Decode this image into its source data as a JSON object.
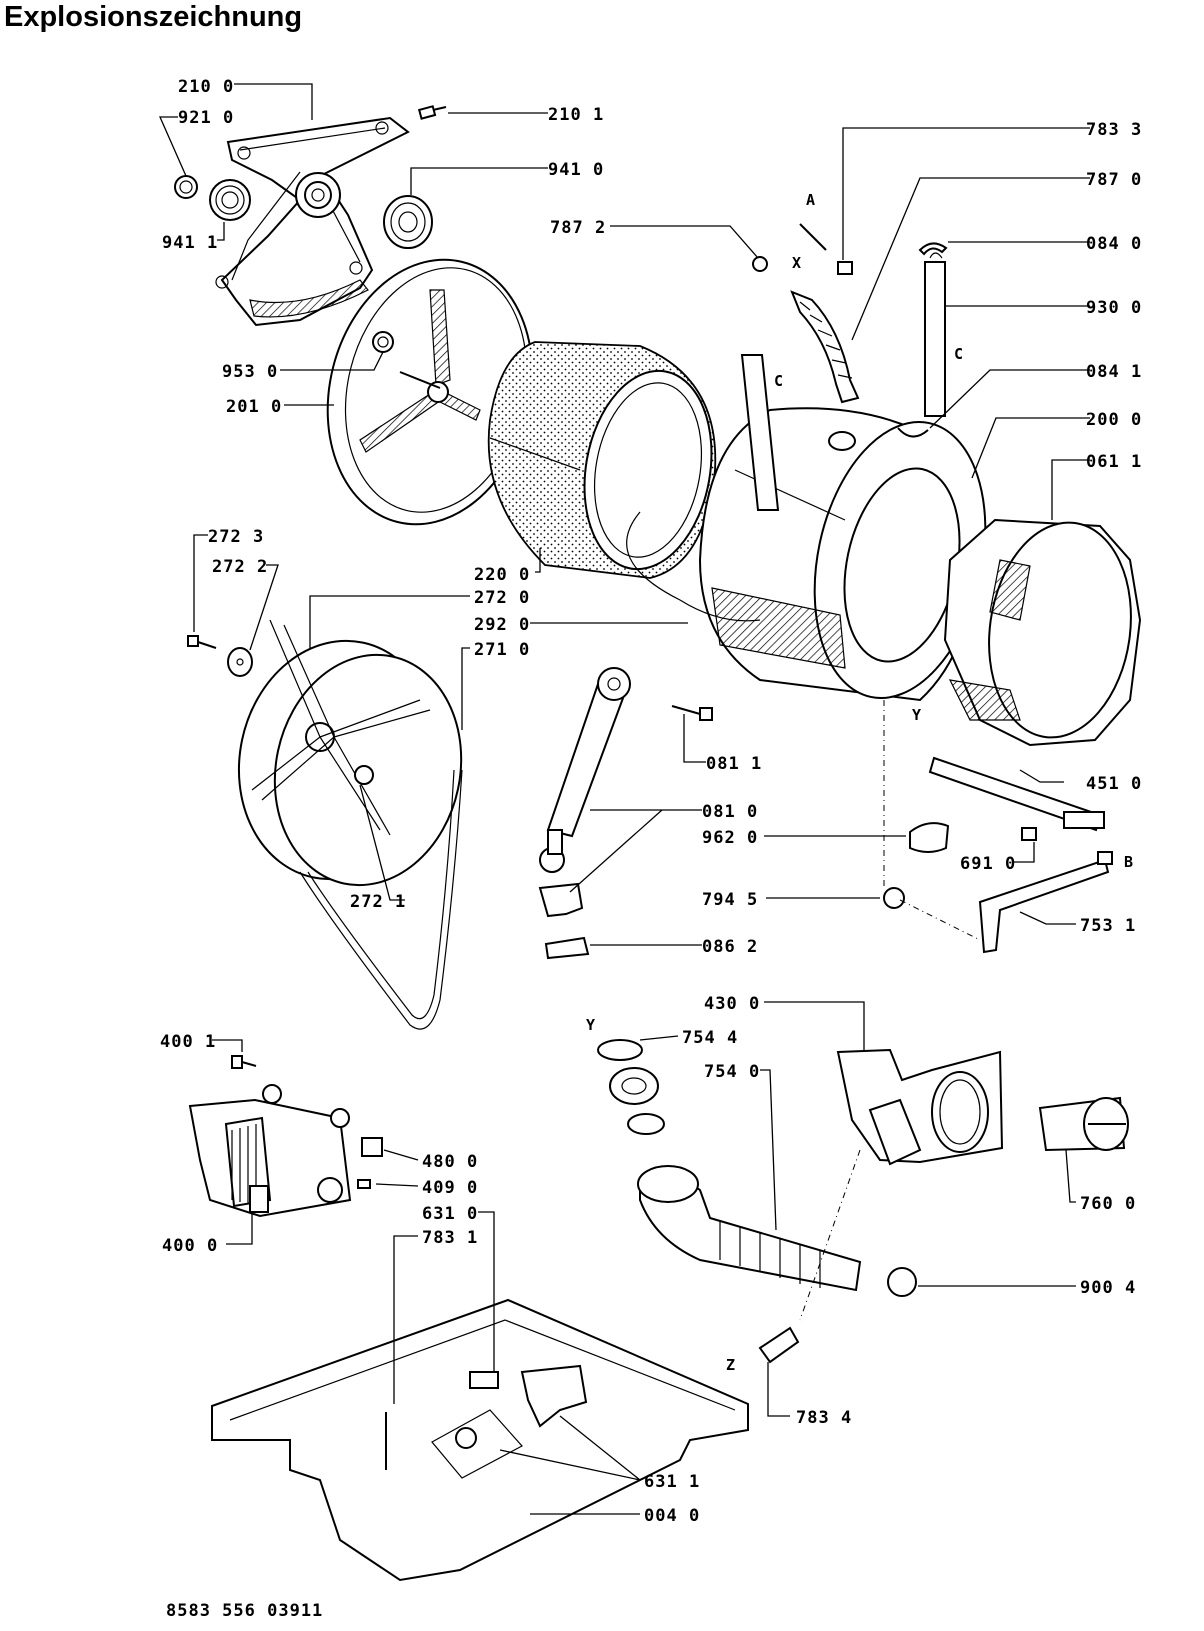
{
  "title": "Explosionszeichnung",
  "footer_code": "8583 556 03911",
  "parts": [
    {
      "id": "210-0",
      "text": "210 0"
    },
    {
      "id": "921-0",
      "text": "921 0"
    },
    {
      "id": "210-1",
      "text": "210 1"
    },
    {
      "id": "941-0",
      "text": "941 0"
    },
    {
      "id": "941-1",
      "text": "941 1"
    },
    {
      "id": "787-2",
      "text": "787 2"
    },
    {
      "id": "783-3",
      "text": "783 3"
    },
    {
      "id": "787-0",
      "text": "787 0"
    },
    {
      "id": "084-0",
      "text": "084 0"
    },
    {
      "id": "930-0",
      "text": "930 0"
    },
    {
      "id": "084-1",
      "text": "084 1"
    },
    {
      "id": "953-0",
      "text": "953 0"
    },
    {
      "id": "201-0",
      "text": "201 0"
    },
    {
      "id": "200-0",
      "text": "200 0"
    },
    {
      "id": "061-1",
      "text": "061 1"
    },
    {
      "id": "272-3",
      "text": "272 3"
    },
    {
      "id": "272-2",
      "text": "272 2"
    },
    {
      "id": "220-0",
      "text": "220 0"
    },
    {
      "id": "272-0",
      "text": "272 0"
    },
    {
      "id": "292-0",
      "text": "292 0"
    },
    {
      "id": "271-0",
      "text": "271 0"
    },
    {
      "id": "081-1",
      "text": "081 1"
    },
    {
      "id": "451-0",
      "text": "451 0"
    },
    {
      "id": "081-0",
      "text": "081 0"
    },
    {
      "id": "962-0",
      "text": "962 0"
    },
    {
      "id": "691-0",
      "text": "691 0"
    },
    {
      "id": "272-1",
      "text": "272 1"
    },
    {
      "id": "794-5",
      "text": "794 5"
    },
    {
      "id": "753-1",
      "text": "753 1"
    },
    {
      "id": "086-2",
      "text": "086 2"
    },
    {
      "id": "430-0",
      "text": "430 0"
    },
    {
      "id": "400-1",
      "text": "400 1"
    },
    {
      "id": "754-4",
      "text": "754 4"
    },
    {
      "id": "754-0",
      "text": "754 0"
    },
    {
      "id": "480-0",
      "text": "480 0"
    },
    {
      "id": "409-0",
      "text": "409 0"
    },
    {
      "id": "400-0",
      "text": "400 0"
    },
    {
      "id": "631-0",
      "text": "631 0"
    },
    {
      "id": "760-0",
      "text": "760 0"
    },
    {
      "id": "783-1",
      "text": "783 1"
    },
    {
      "id": "900-4",
      "text": "900 4"
    },
    {
      "id": "783-4",
      "text": "783 4"
    },
    {
      "id": "631-1",
      "text": "631 1"
    },
    {
      "id": "004-0",
      "text": "004 0"
    }
  ],
  "markers": [
    {
      "id": "A",
      "text": "A"
    },
    {
      "id": "X",
      "text": "X"
    },
    {
      "id": "C1",
      "text": "C"
    },
    {
      "id": "C2",
      "text": "C"
    },
    {
      "id": "Y1",
      "text": "Y"
    },
    {
      "id": "B",
      "text": "B"
    },
    {
      "id": "Y2",
      "text": "Y"
    },
    {
      "id": "Z",
      "text": "Z"
    }
  ]
}
